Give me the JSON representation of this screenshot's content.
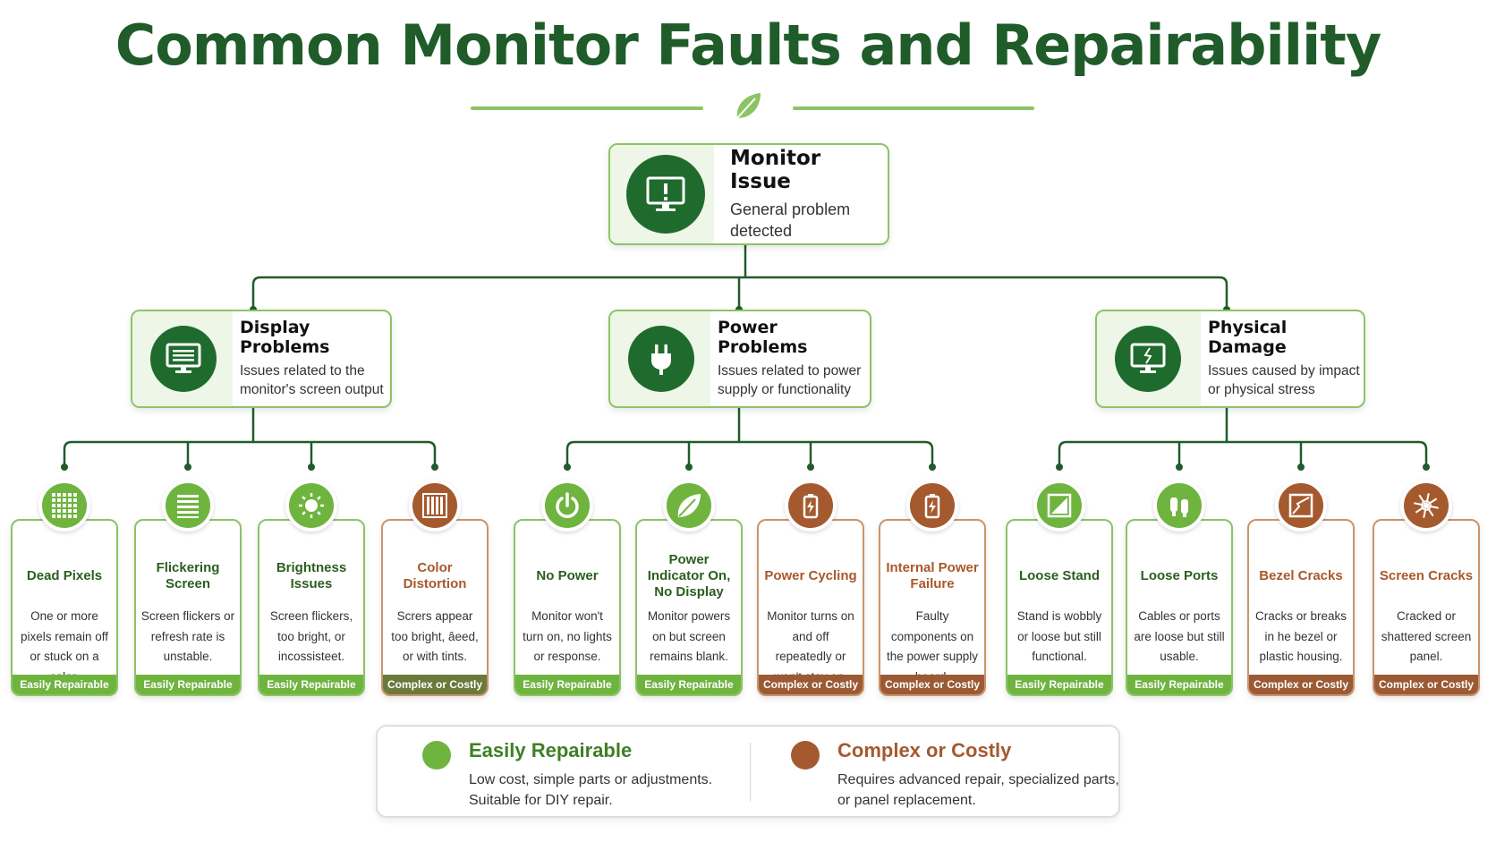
{
  "title": "Common Monitor Faults and Repairability",
  "colors": {
    "dark_green": "#1f6b2e",
    "light_green": "#8cc465",
    "badge_green": "#6fb43f",
    "brown": "#a45a2e",
    "badge_brown": "#9c5a34",
    "badge_olive": "#6b7a3a"
  },
  "root": {
    "title": "Monitor Issue",
    "desc": "General problem detected",
    "icon": "monitor-alert-icon"
  },
  "categories": [
    {
      "title": "Display Problems",
      "desc": "Issues related to the monitor's screen output",
      "icon": "monitor-screen-icon"
    },
    {
      "title": "Power Problems",
      "desc": "Issues related to power supply or functionality",
      "icon": "power-plug-icon"
    },
    {
      "title": "Physical Damage",
      "desc": "Issues caused by impact or physical stress",
      "icon": "damaged-monitor-icon"
    }
  ],
  "faults": [
    {
      "title": "Dead Pixels",
      "desc": "One or more pixels remain off or stuck on a color.",
      "badge": "Easily Repairable",
      "type": "easy",
      "icon": "pixel-grid-icon"
    },
    {
      "title": "Flickering Screen",
      "desc": "Screen flickers or refresh rate is unstable.",
      "badge": "Easily Repairable",
      "type": "easy",
      "icon": "horizontal-lines-icon"
    },
    {
      "title": "Brightness Issues",
      "desc": "Screen flickers, too bright, or incossisteet.",
      "badge": "Easily Repairable",
      "type": "easy",
      "icon": "sun-icon"
    },
    {
      "title": "Color Distortion",
      "desc": "Scrers appear too bright, âeed, or with tints.",
      "badge": "Complex or Costly",
      "type": "costly-olive",
      "icon": "vertical-bars-icon"
    },
    {
      "title": "No Power",
      "desc": "Monitor won't turn on, no lights or response.",
      "badge": "Easily Repairable",
      "type": "easy",
      "icon": "power-button-icon"
    },
    {
      "title": "Power Indicator On, No Display",
      "desc": "Monitor powers on but screen remains blank.",
      "badge": "Easily Repairable",
      "type": "easy",
      "icon": "leaf-icon"
    },
    {
      "title": "Power Cycling",
      "desc": "Monitor turns on and off repeatedly or won't stay on.",
      "badge": "Complex or Costly",
      "type": "costly",
      "icon": "battery-bolt-icon"
    },
    {
      "title": "Internal Power Failure",
      "desc": "Faulty components on the power supply board.",
      "badge": "Complex or Costly",
      "type": "costly",
      "icon": "battery-bolt-icon"
    },
    {
      "title": "Loose Stand",
      "desc": "Stand is wobbly or loose but still functional.",
      "badge": "Easily Repairable",
      "type": "easy",
      "icon": "stand-icon"
    },
    {
      "title": "Loose Ports",
      "desc": "Cables or ports are loose but still usable.",
      "badge": "Easily Repairable",
      "type": "easy",
      "icon": "ports-icon"
    },
    {
      "title": "Bezel Cracks",
      "desc": "Cracks or breaks in he bezel or plastic housing.",
      "badge": "Complex or Costly",
      "type": "costly",
      "icon": "cracked-frame-icon"
    },
    {
      "title": "Screen Cracks",
      "desc": "Cracked or shattered screen panel.",
      "badge": "Complex or Costly",
      "type": "costly",
      "icon": "shatter-icon"
    }
  ],
  "legend": {
    "easy": {
      "title": "Easily Repairable",
      "desc_line1": "Low cost, simple parts or adjustments.",
      "desc_line2": "Suitable for DIY repair."
    },
    "costly": {
      "title": "Complex or Costly",
      "desc_line1": "Requires advanced repair, specialized parts,",
      "desc_line2": "or panel replacement."
    }
  }
}
